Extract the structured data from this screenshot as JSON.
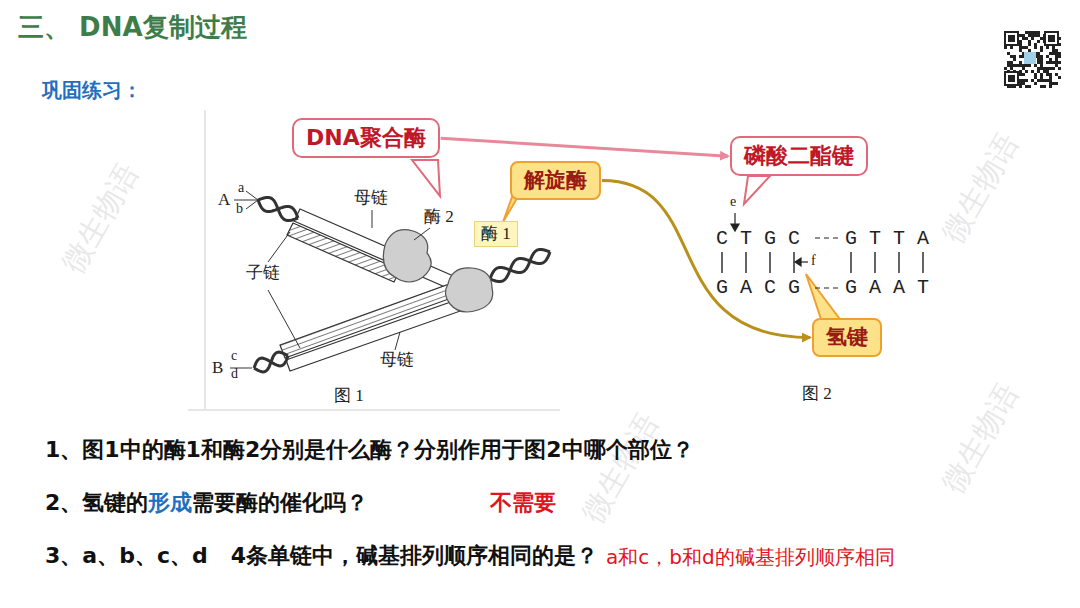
{
  "diagram": {
    "title": "三、 DNA复制过程",
    "nodes": [
      {
        "text": [
          "DNA聚合酶"
        ]
      },
      {
        "text": [
          "解旋酶"
        ]
      },
      {
        "text": [
          "酶 1"
        ]
      },
      {
        "text": [
          "磷酸二酯键"
        ]
      },
      {
        "text": [
          "氢键"
        ]
      }
    ],
    "edges": [
      {
        "from": 0,
        "to": 3,
        "arrow": "to"
      },
      {
        "from": 1,
        "to": 4,
        "arrow": "to"
      }
    ],
    "labels": [
      "巩固练习：",
      "A",
      "a",
      "b",
      "母链",
      "酶 2",
      "子链",
      "B",
      "c",
      "d",
      "母链",
      "图 1",
      "e",
      "C T G C",
      "G T T A",
      "G A C G",
      "G A A T",
      "f",
      "图 2",
      "1、图1中的酶1和酶2分别是什么酶？分别作用于图2中哪个部位？",
      "2、氢键的",
      "形成",
      "需要酶的催化吗？",
      "不需要",
      "3、a、b、c、d   4条单链中，碱基排列顺序相同的是？",
      "a和c，b和d的碱基排列顺序相同",
      "微生物语",
      "微生物语",
      "微生物语",
      "微生物语"
    ]
  }
}
